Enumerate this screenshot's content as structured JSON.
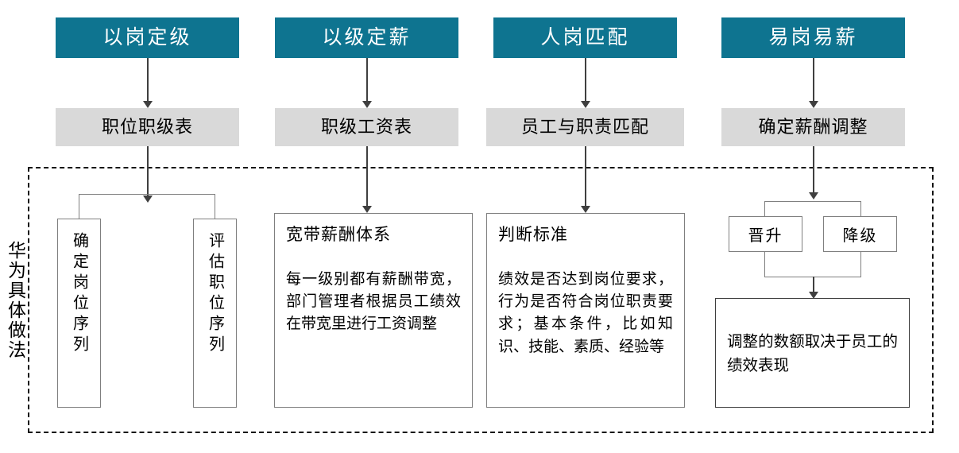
{
  "diagram": {
    "side_label": "华为具体做法",
    "columns": [
      {
        "header": "以岗定级",
        "stage": "职位职级表",
        "split_boxes": [
          "确定岗位序列",
          "评估职位序列"
        ]
      },
      {
        "header": "以级定薪",
        "stage": "职级工资表",
        "detail_title": "宽带薪酬体系",
        "detail_body": "每一级别都有薪酬带宽，部门管理者根据员工绩效在带宽里进行工资调整"
      },
      {
        "header": "人岗匹配",
        "stage": "员工与职责匹配",
        "detail_title": "判断标准",
        "detail_body": "绩效是否达到岗位要求，行为是否符合岗位职责要求；基本条件，比如知识、技能、素质、经验等"
      },
      {
        "header": "易岗易薪",
        "stage": "确定薪酬调整",
        "split_boxes": [
          "晋升",
          "降级"
        ],
        "result_body": "调整的数额取决于员工的绩效表现"
      }
    ],
    "colors": {
      "header_fill": "#0e7490",
      "header_text": "#ffffff",
      "stage_fill": "#d9d9d9",
      "box_border": "#7f7f7f",
      "dashed_border": "#111111",
      "connector": "#3f3f3f"
    }
  }
}
